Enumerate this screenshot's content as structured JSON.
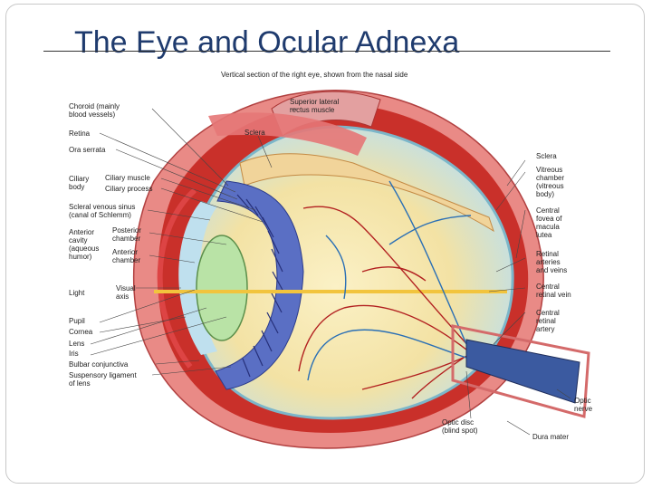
{
  "slide": {
    "title": "The Eye and Ocular Adnexa",
    "subtitle": "Vertical section of the right eye, shown from the nasal side"
  },
  "labels": {
    "choroid": "Choroid (mainly\nblood vessels)",
    "retina": "Retina",
    "ora_serrata": "Ora serrata",
    "ciliary_body": "Ciliary\nbody",
    "ciliary_muscle": "Ciliary muscle",
    "ciliary_process": "Ciliary process",
    "scleral_sinus": "Scleral venous sinus\n(canal of Schlemm)",
    "anterior_cavity": "Anterior\ncavity\n(aqueous\nhumor)",
    "posterior_chamber": "Posterior\nchamber",
    "anterior_chamber": "Anterior\nchamber",
    "light": "Light",
    "visual_axis": "Visual\naxis",
    "pupil": "Pupil",
    "cornea": "Cornea",
    "lens": "Lens",
    "iris": "Iris",
    "bulbar_conjunctiva": "Bulbar conjunctiva",
    "suspensory_ligament": "Suspensory ligament\nof lens",
    "superior_rectus": "Superior lateral\nrectus muscle",
    "sclera_top": "Sclera",
    "sclera_right": "Sclera",
    "vitreous": "Vitreous\nchamber\n(vitreous\nbody)",
    "fovea": "Central\nfovea of\nmacula\nlutea",
    "retinal_arteries": "Retinal\narteries\nand veins",
    "central_vein": "Central\nretinal vein",
    "central_artery": "Central\nretinal\nartery",
    "optic_nerve": "Optic\nnerve",
    "optic_disc": "Optic disc\n(blind spot)",
    "dura_mater": "Dura mater"
  },
  "colors": {
    "title": "#1f3b6e",
    "sclera": "#e87b7b",
    "choroid": "#c41e1e",
    "vitreous": "#f3e6b0",
    "vitreous_edge": "#cfe6ee",
    "iris": "#4a5fb0",
    "lens": "#b8e0a8",
    "vessel_red": "#b22020",
    "vessel_blue": "#2a6fb5",
    "axis": "#f0c040"
  }
}
